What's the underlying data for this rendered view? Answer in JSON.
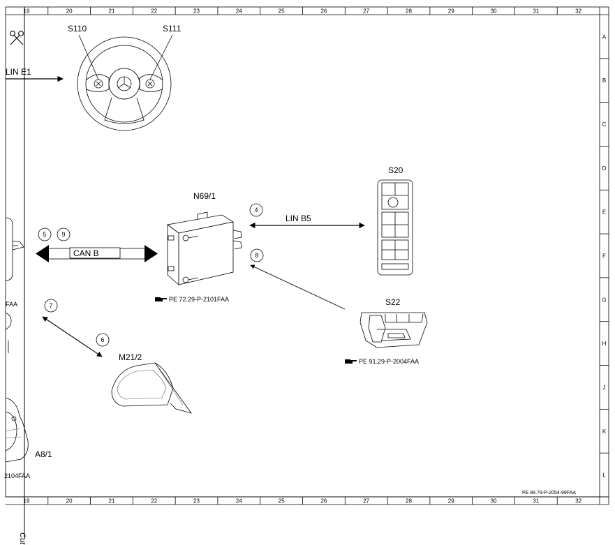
{
  "grid": {
    "columns": [
      "19",
      "20",
      "21",
      "22",
      "23",
      "24",
      "25",
      "26",
      "27",
      "28",
      "29",
      "30",
      "31",
      "32"
    ],
    "rows": [
      "A",
      "B",
      "C",
      "D",
      "E",
      "F",
      "G",
      "H",
      "J",
      "K",
      "L"
    ]
  },
  "components": {
    "s110": "S110",
    "s111": "S111",
    "n69_1": "N69/1",
    "s20": "S20",
    "s22": "S22",
    "m21_2": "M21/2",
    "a8_1": "A8/1"
  },
  "connections": {
    "lin_e1": "LIN E1",
    "lin_b5": "LIN B5",
    "can_b": "CAN B"
  },
  "callouts": [
    "4",
    "5",
    "9",
    "8",
    "7",
    "6"
  ],
  "references": {
    "n69_1": "PE 72.29-P-2101FAA",
    "s22": "PE 91.29-P-2004FAA",
    "left_faa": "FAA",
    "left_2104": "2104FAA",
    "doc_id": "PE 88.79-P-2054-99FAA"
  },
  "cut_label": "Cut here",
  "icons": [
    "scissors-icon",
    "pointing-hand-icon"
  ]
}
